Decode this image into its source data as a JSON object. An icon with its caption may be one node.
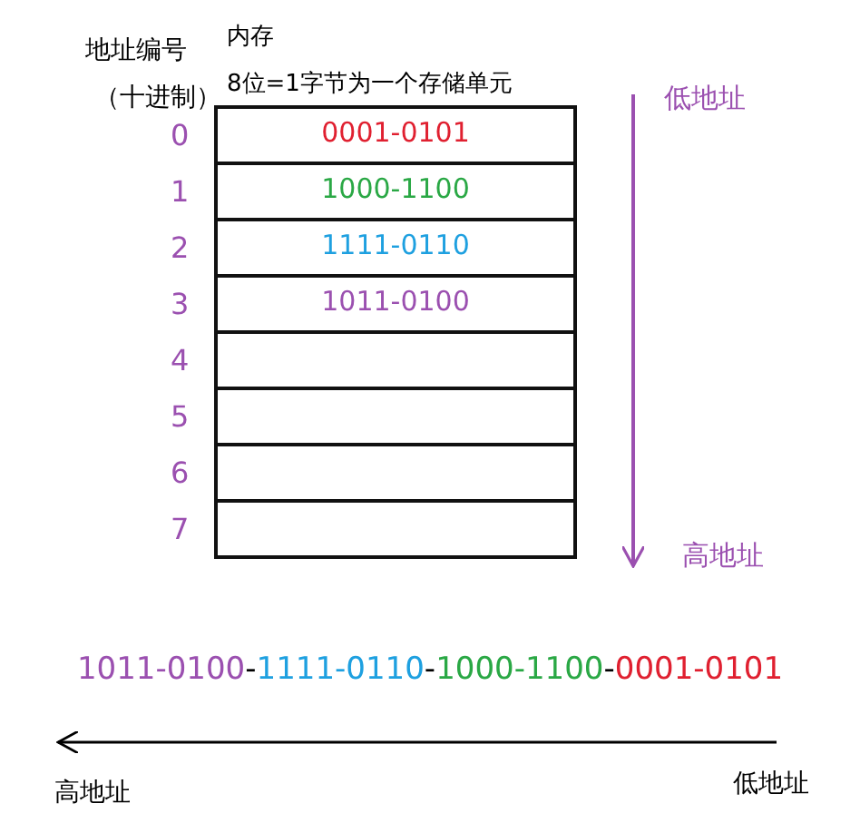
{
  "diagram": {
    "nodes": [
      {
        "text": [
          "内存",
          "8位=1字节为一个存储单元"
        ]
      },
      {
        "text": [
          "0001-0101"
        ],
        "beside": [
          "0"
        ],
        "in": 0
      },
      {
        "text": [
          "1000-1100"
        ],
        "beside": [
          "1"
        ],
        "in": 0
      },
      {
        "text": [
          "1111-0110"
        ],
        "beside": [
          "2"
        ],
        "in": 0
      },
      {
        "text": [
          "1011-0100"
        ],
        "beside": [
          "3"
        ],
        "in": 0
      },
      {
        "text": [],
        "shape": "box",
        "beside": [
          "4"
        ],
        "in": 0
      },
      {
        "text": [],
        "shape": "box",
        "beside": [
          "5"
        ],
        "in": 0
      },
      {
        "text": [],
        "shape": "box",
        "beside": [
          "6"
        ],
        "in": 0
      },
      {
        "text": [],
        "shape": "box",
        "beside": [
          "7"
        ],
        "in": 0
      }
    ],
    "labels": [
      "地址编号",
      "（十进制）",
      "低地址",
      "高地址",
      "1011-0100",
      "-",
      "1111-0110",
      "-",
      "1000-1100",
      "-",
      "0001-0101",
      "高地址",
      "低地址"
    ]
  }
}
